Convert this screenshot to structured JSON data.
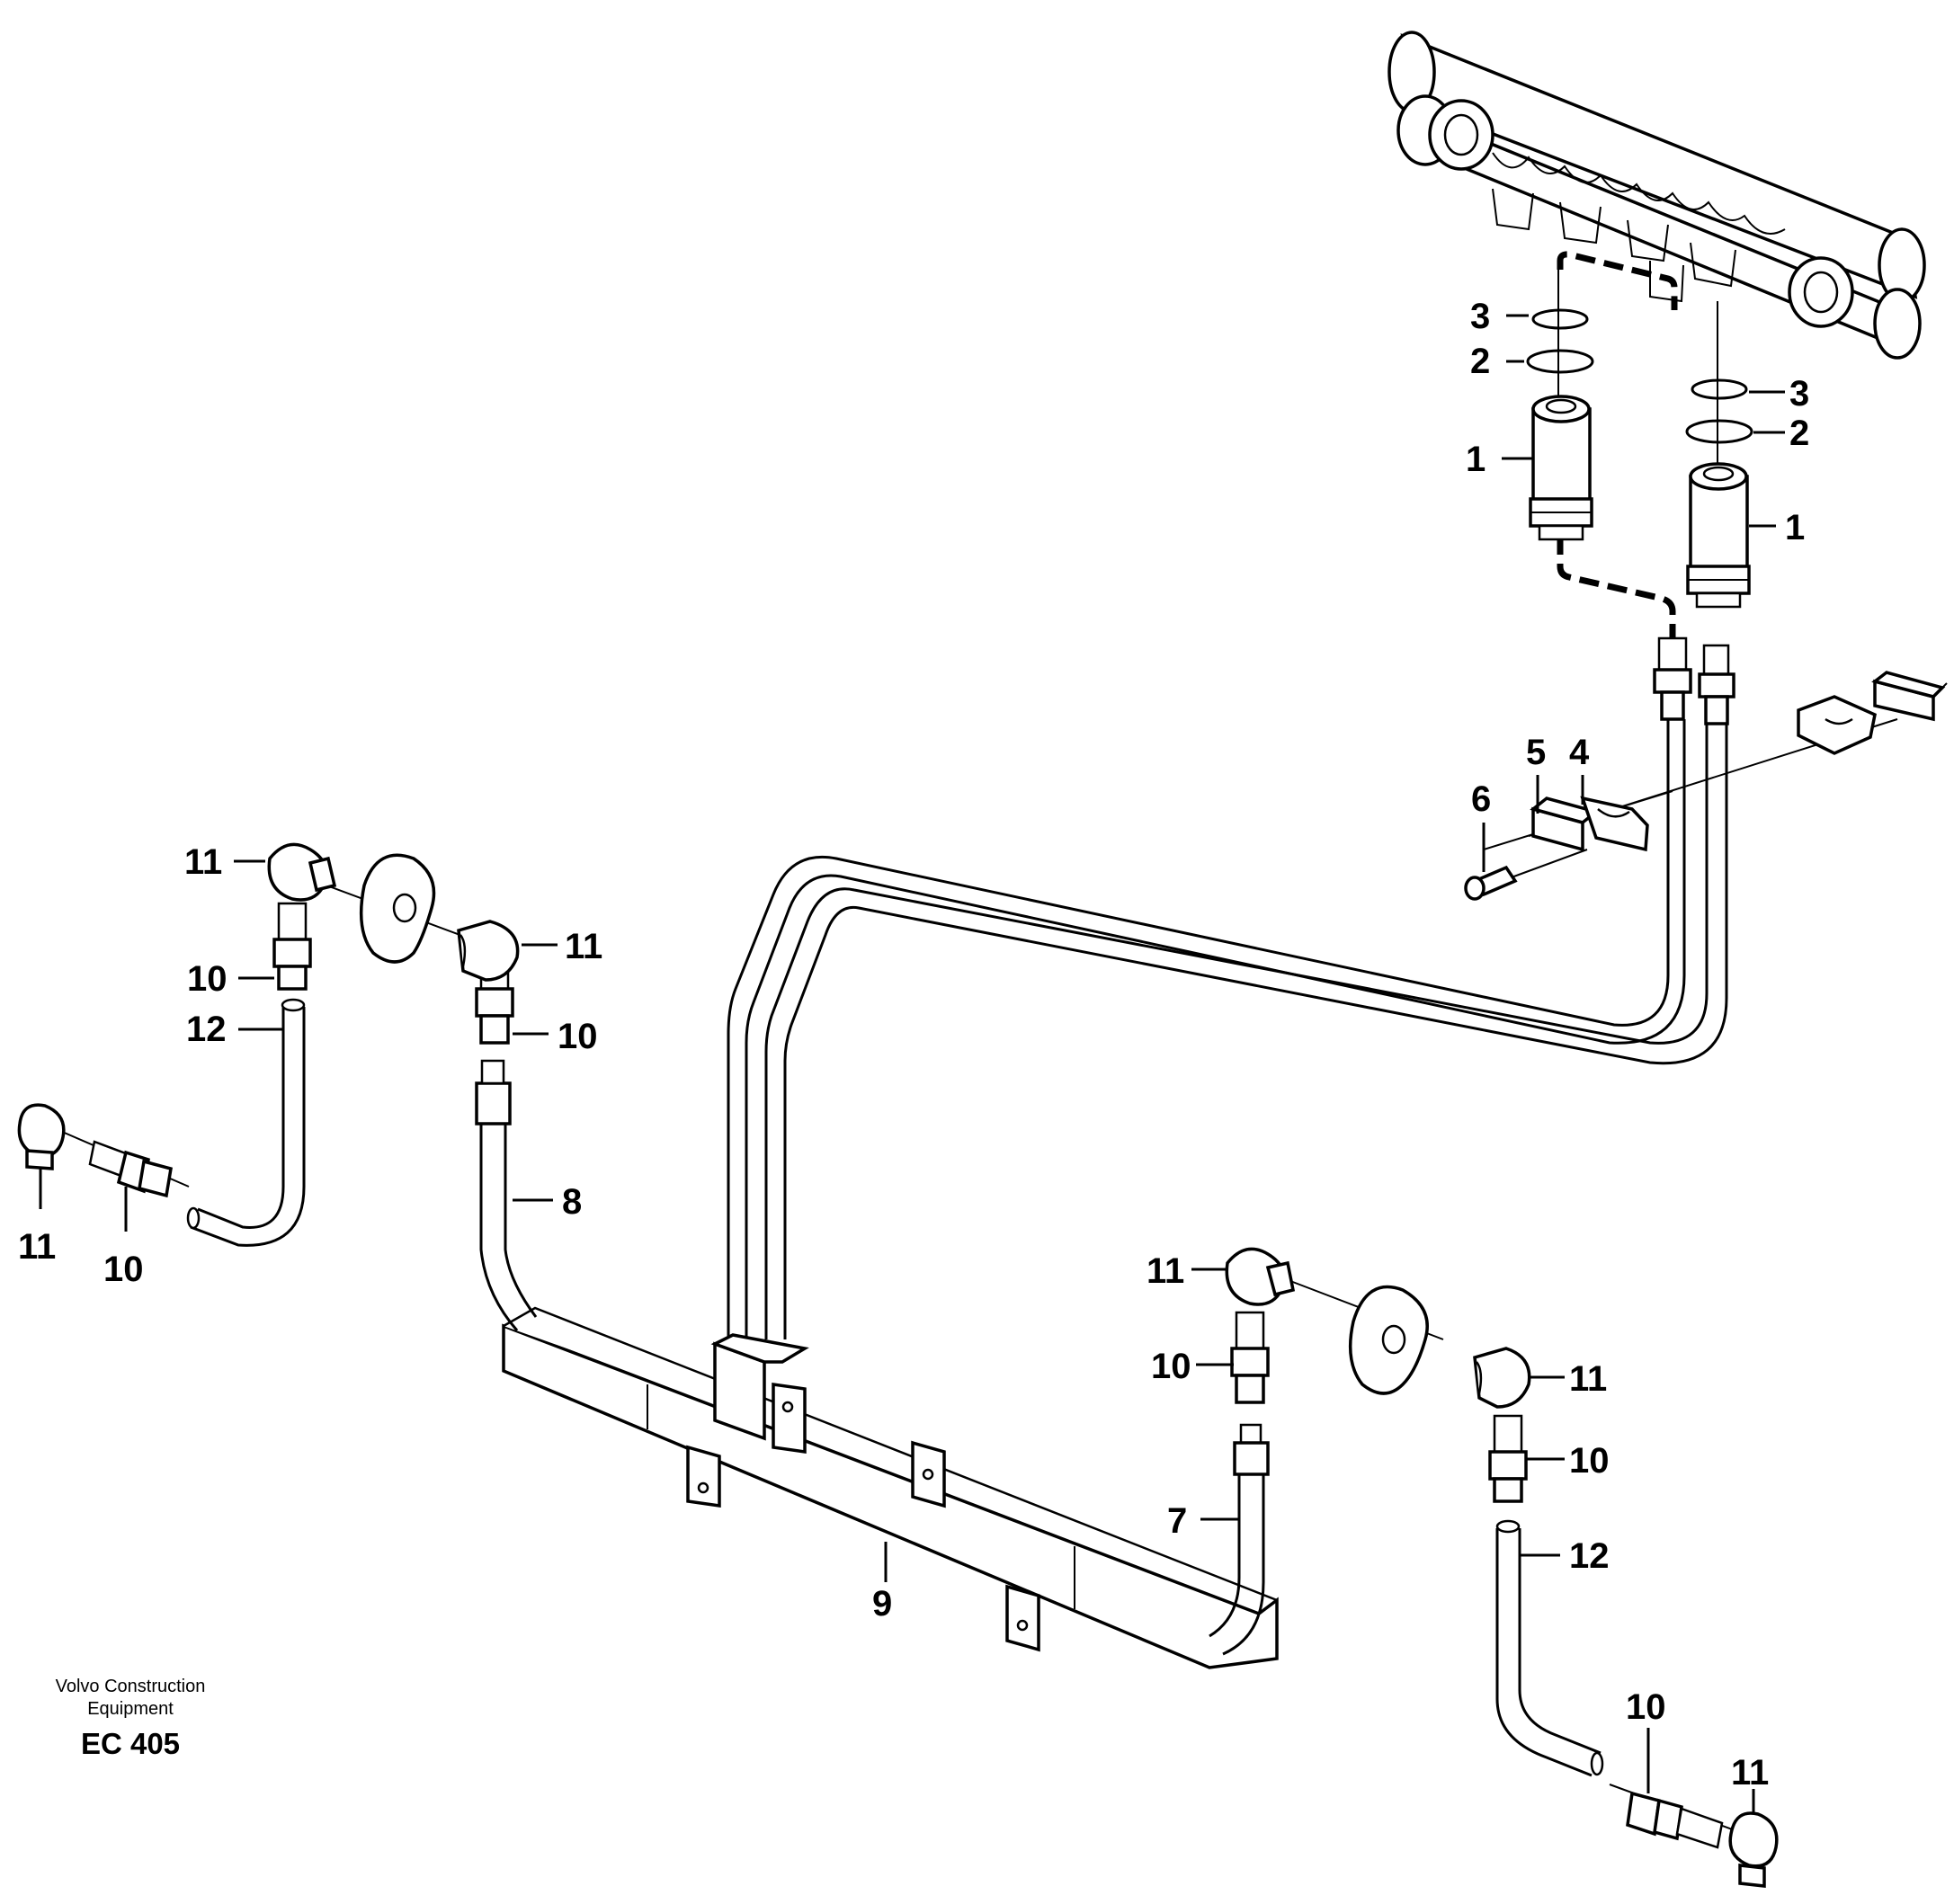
{
  "diagram": {
    "callouts": [
      {
        "id": "c-3a",
        "text": "3"
      },
      {
        "id": "c-2a",
        "text": "2"
      },
      {
        "id": "c-1a",
        "text": "1"
      },
      {
        "id": "c-3b",
        "text": "3"
      },
      {
        "id": "c-2b",
        "text": "2"
      },
      {
        "id": "c-1b",
        "text": "1"
      },
      {
        "id": "c-5",
        "text": "5"
      },
      {
        "id": "c-4",
        "text": "4"
      },
      {
        "id": "c-6",
        "text": "6"
      },
      {
        "id": "c-11a",
        "text": "11"
      },
      {
        "id": "c-10a",
        "text": "10"
      },
      {
        "id": "c-12a",
        "text": "12"
      },
      {
        "id": "c-11b",
        "text": "11"
      },
      {
        "id": "c-10b",
        "text": "10"
      },
      {
        "id": "c-8",
        "text": "8"
      },
      {
        "id": "c-11c",
        "text": "11"
      },
      {
        "id": "c-10c",
        "text": "10"
      },
      {
        "id": "c-9",
        "text": "9"
      },
      {
        "id": "c-11d",
        "text": "11"
      },
      {
        "id": "c-10d",
        "text": "10"
      },
      {
        "id": "c-7",
        "text": "7"
      },
      {
        "id": "c-11e",
        "text": "11"
      },
      {
        "id": "c-10e",
        "text": "10"
      },
      {
        "id": "c-12b",
        "text": "12"
      },
      {
        "id": "c-10f",
        "text": "10"
      },
      {
        "id": "c-11f",
        "text": "11"
      }
    ]
  },
  "caption": {
    "line1": "Volvo Construction",
    "line2": "Equipment",
    "code": "EC 405"
  }
}
